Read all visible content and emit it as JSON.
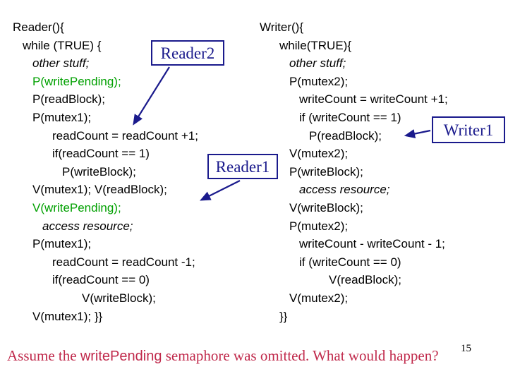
{
  "slide": {
    "page_number": "15",
    "background_color": "#ffffff"
  },
  "colors": {
    "code_text": "#000000",
    "highlight_green": "#00a000",
    "callout_navy": "#1a1a8c",
    "caption_red": "#c0294b"
  },
  "reader_column": {
    "name": "Reader",
    "lines": [
      {
        "indent": 0,
        "text": "Reader(){",
        "style": "normal"
      },
      {
        "indent": 1,
        "text": "while (TRUE) {",
        "style": "normal"
      },
      {
        "indent": 2,
        "text": "other stuff;",
        "style": "italic"
      },
      {
        "indent": 2,
        "text": "P(writePending);",
        "style": "green"
      },
      {
        "indent": 2,
        "text": "P(readBlock);",
        "style": "normal"
      },
      {
        "indent": 2,
        "text": "P(mutex1);",
        "style": "normal"
      },
      {
        "indent": 4,
        "text": "readCount = readCount +1;",
        "style": "normal"
      },
      {
        "indent": 4,
        "text": "if(readCount == 1)",
        "style": "normal"
      },
      {
        "indent": 5,
        "text": "P(writeBlock);",
        "style": "normal"
      },
      {
        "indent": 2,
        "text": "V(mutex1); V(readBlock);",
        "style": "normal"
      },
      {
        "indent": 2,
        "text": "V(writePending);",
        "style": "green"
      },
      {
        "indent": 3,
        "text": "access resource;",
        "style": "italic"
      },
      {
        "indent": 2,
        "text": "P(mutex1);",
        "style": "normal"
      },
      {
        "indent": 4,
        "text": "readCount = readCount -1;",
        "style": "normal"
      },
      {
        "indent": 4,
        "text": "if(readCount == 0)",
        "style": "normal"
      },
      {
        "indent": 6,
        "text": "V(writeBlock);",
        "style": "normal"
      },
      {
        "indent": 2,
        "text": "V(mutex1); }}",
        "style": "normal"
      }
    ]
  },
  "writer_column": {
    "name": "Writer",
    "lines": [
      {
        "indent": 0,
        "text": "Writer(){",
        "style": "normal"
      },
      {
        "indent": 2,
        "text": "while(TRUE){",
        "style": "normal"
      },
      {
        "indent": 3,
        "text": "other stuff;",
        "style": "italic"
      },
      {
        "indent": 3,
        "text": "P(mutex2);",
        "style": "normal"
      },
      {
        "indent": 4,
        "text": "writeCount = writeCount +1;",
        "style": "normal"
      },
      {
        "indent": 4,
        "text": "if (writeCount == 1)",
        "style": "normal"
      },
      {
        "indent": 5,
        "text": "P(readBlock);",
        "style": "normal"
      },
      {
        "indent": 3,
        "text": "V(mutex2);",
        "style": "normal"
      },
      {
        "indent": 3,
        "text": "P(writeBlock);",
        "style": "normal"
      },
      {
        "indent": 4,
        "text": "access resource;",
        "style": "italic"
      },
      {
        "indent": 3,
        "text": "V(writeBlock);",
        "style": "normal"
      },
      {
        "indent": 3,
        "text": "P(mutex2);",
        "style": "normal"
      },
      {
        "indent": 4,
        "text": "writeCount - writeCount - 1;",
        "style": "normal"
      },
      {
        "indent": 4,
        "text": "if (writeCount == 0)",
        "style": "normal"
      },
      {
        "indent": 6,
        "text": "V(readBlock);",
        "style": "normal"
      },
      {
        "indent": 3,
        "text": "V(mutex2);",
        "style": "normal"
      },
      {
        "indent": 2,
        "text": "}}",
        "style": "normal"
      }
    ]
  },
  "callouts": [
    {
      "id": "reader2",
      "label": "Reader2"
    },
    {
      "id": "reader1",
      "label": "Reader1"
    },
    {
      "id": "writer1",
      "label": "Writer1"
    }
  ],
  "caption": {
    "part1": "Assume the ",
    "highlight": "writePending",
    "part2": " semaphore was omitted. What would happen?"
  }
}
